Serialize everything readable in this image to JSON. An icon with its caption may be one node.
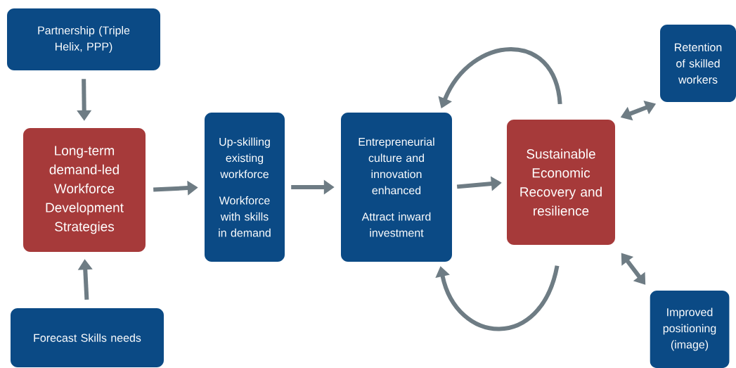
{
  "diagram": {
    "nodes": [
      {
        "text": [
          "Partnership (Triple Helix, PPP)"
        ]
      },
      {
        "text": [
          "Long-term demand-led Workforce Development Strategies"
        ]
      },
      {
        "text": [
          "Forecast Skills needs"
        ]
      },
      {
        "text": [
          "Up-skilling existing workforce",
          "Workforce with skills in demand"
        ]
      },
      {
        "text": [
          "Entrepreneurial culture and innovation enhanced",
          "Attract inward investment"
        ]
      },
      {
        "text": [
          "Sustainable Economic Recovery and resilience"
        ]
      },
      {
        "text": [
          "Retention of skilled workers"
        ]
      },
      {
        "text": [
          "Improved positioning (image)"
        ]
      }
    ],
    "edges": [
      {
        "from": 0,
        "to": 1,
        "arrow": "to"
      },
      {
        "from": 2,
        "to": 1,
        "arrow": "to"
      },
      {
        "from": 1,
        "to": 3,
        "arrow": "to"
      },
      {
        "from": 3,
        "to": 4,
        "arrow": "to"
      },
      {
        "from": 4,
        "to": 5,
        "arrow": "to"
      },
      {
        "from": 5,
        "to": 4,
        "arrow": "to"
      },
      {
        "from": 5,
        "to": 4,
        "arrow": "to"
      },
      {
        "from": 5,
        "to": 6,
        "arrow": "both"
      },
      {
        "from": 5,
        "to": 7,
        "arrow": "both"
      }
    ]
  }
}
